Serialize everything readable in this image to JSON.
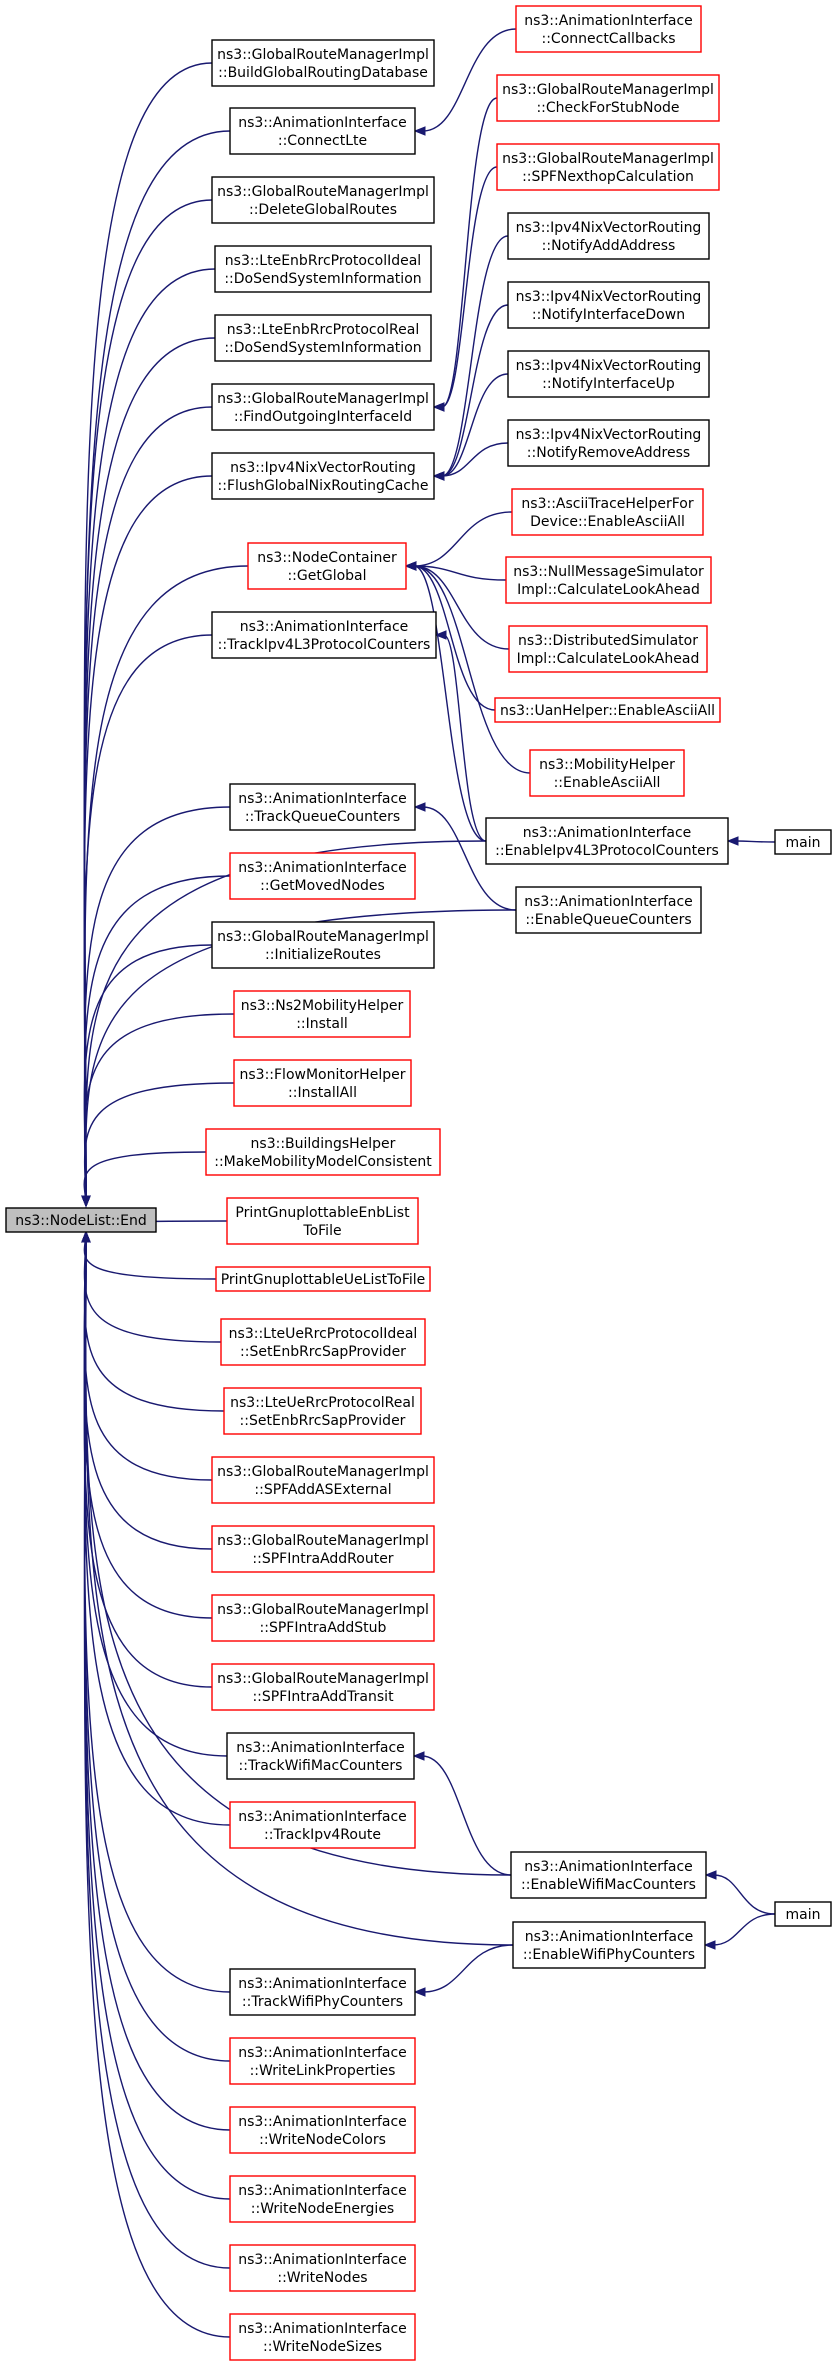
{
  "colors": {
    "edge": "#191970",
    "node_border": "#000000",
    "node_border_undocumented": "#ff0000",
    "root_fill": "#bfbfbf"
  },
  "root": {
    "id": "root",
    "lines": [
      "ns3::NodeList::End"
    ]
  },
  "nodes": [
    {
      "id": "buildglobalroutingdatabase",
      "lines": [
        "ns3::GlobalRouteManagerImpl",
        "::BuildGlobalRoutingDatabase"
      ],
      "style": "black"
    },
    {
      "id": "connectlte",
      "lines": [
        "ns3::AnimationInterface",
        "::ConnectLte"
      ],
      "style": "black"
    },
    {
      "id": "connectcallbacks",
      "lines": [
        "ns3::AnimationInterface",
        "::ConnectCallbacks"
      ],
      "style": "red"
    },
    {
      "id": "deleteglobalroutes",
      "lines": [
        "ns3::GlobalRouteManagerImpl",
        "::DeleteGlobalRoutes"
      ],
      "style": "black"
    },
    {
      "id": "checkforstubnode",
      "lines": [
        "ns3::GlobalRouteManagerImpl",
        "::CheckForStubNode"
      ],
      "style": "red"
    },
    {
      "id": "dosendsysteminformation-ideal",
      "lines": [
        "ns3::LteEnbRrcProtocolIdeal",
        "::DoSendSystemInformation"
      ],
      "style": "black"
    },
    {
      "id": "spfnexthopcalculation",
      "lines": [
        "ns3::GlobalRouteManagerImpl",
        "::SPFNexthopCalculation"
      ],
      "style": "red"
    },
    {
      "id": "dosendsysteminformation-real",
      "lines": [
        "ns3::LteEnbRrcProtocolReal",
        "::DoSendSystemInformation"
      ],
      "style": "black"
    },
    {
      "id": "notifyaddaddress",
      "lines": [
        "ns3::Ipv4NixVectorRouting",
        "::NotifyAddAddress"
      ],
      "style": "black"
    },
    {
      "id": "findoutgoinginterfaceid",
      "lines": [
        "ns3::GlobalRouteManagerImpl",
        "::FindOutgoingInterfaceId"
      ],
      "style": "black"
    },
    {
      "id": "notifyinterfacedown",
      "lines": [
        "ns3::Ipv4NixVectorRouting",
        "::NotifyInterfaceDown"
      ],
      "style": "black"
    },
    {
      "id": "flushglobalnixroutingcache",
      "lines": [
        "ns3::Ipv4NixVectorRouting",
        "::FlushGlobalNixRoutingCache"
      ],
      "style": "black"
    },
    {
      "id": "notifyinterfaceup",
      "lines": [
        "ns3::Ipv4NixVectorRouting",
        "::NotifyInterfaceUp"
      ],
      "style": "black"
    },
    {
      "id": "notifyremoveaddress",
      "lines": [
        "ns3::Ipv4NixVectorRouting",
        "::NotifyRemoveAddress"
      ],
      "style": "black"
    },
    {
      "id": "nodecontainer-getglobal",
      "lines": [
        "ns3::NodeContainer",
        "::GetGlobal"
      ],
      "style": "red"
    },
    {
      "id": "asciitracehelperfordevice-enableasciiall",
      "lines": [
        "ns3::AsciiTraceHelperFor",
        "Device::EnableAsciiAll"
      ],
      "style": "red"
    },
    {
      "id": "nullmessagesimulator-calculatelookahead",
      "lines": [
        "ns3::NullMessageSimulator",
        "Impl::CalculateLookAhead"
      ],
      "style": "red"
    },
    {
      "id": "trackipv4l3protocolcounters",
      "lines": [
        "ns3::AnimationInterface",
        "::TrackIpv4L3ProtocolCounters"
      ],
      "style": "black"
    },
    {
      "id": "distributedsimulator-calculatelookahead",
      "lines": [
        "ns3::DistributedSimulator",
        "Impl::CalculateLookAhead"
      ],
      "style": "red"
    },
    {
      "id": "uanhelper-enableasciiall",
      "lines": [
        "ns3::UanHelper::EnableAsciiAll"
      ],
      "style": "red"
    },
    {
      "id": "mobilityhelper-enableasciiall",
      "lines": [
        "ns3::MobilityHelper",
        "::EnableAsciiAll"
      ],
      "style": "red"
    },
    {
      "id": "trackqueuecounters",
      "lines": [
        "ns3::AnimationInterface",
        "::TrackQueueCounters"
      ],
      "style": "black"
    },
    {
      "id": "enableipv4l3protocolcounters",
      "lines": [
        "ns3::AnimationInterface",
        "::EnableIpv4L3ProtocolCounters"
      ],
      "style": "black"
    },
    {
      "id": "main-1",
      "lines": [
        "main"
      ],
      "style": "black"
    },
    {
      "id": "getmovednodes",
      "lines": [
        "ns3::AnimationInterface",
        "::GetMovedNodes"
      ],
      "style": "red"
    },
    {
      "id": "enablequeuecounters",
      "lines": [
        "ns3::AnimationInterface",
        "::EnableQueueCounters"
      ],
      "style": "black"
    },
    {
      "id": "initializeroutes",
      "lines": [
        "ns3::GlobalRouteManagerImpl",
        "::InitializeRoutes"
      ],
      "style": "black"
    },
    {
      "id": "ns2mobilityhelper-install",
      "lines": [
        "ns3::Ns2MobilityHelper",
        "::Install"
      ],
      "style": "red"
    },
    {
      "id": "flowmonitorhelper-installall",
      "lines": [
        "ns3::FlowMonitorHelper",
        "::InstallAll"
      ],
      "style": "red"
    },
    {
      "id": "makemobilitymodelconsistent",
      "lines": [
        "ns3::BuildingsHelper",
        "::MakeMobilityModelConsistent"
      ],
      "style": "red"
    },
    {
      "id": "printgnuplottableenblisttofile",
      "lines": [
        "PrintGnuplottableEnbList",
        "ToFile"
      ],
      "style": "red"
    },
    {
      "id": "printgnuplottableuelisttofile",
      "lines": [
        "PrintGnuplottableUeListToFile"
      ],
      "style": "red"
    },
    {
      "id": "setenbrrcsapprovider-ideal",
      "lines": [
        "ns3::LteUeRrcProtocolIdeal",
        "::SetEnbRrcSapProvider"
      ],
      "style": "red"
    },
    {
      "id": "setenbrrcsapprovider-real",
      "lines": [
        "ns3::LteUeRrcProtocolReal",
        "::SetEnbRrcSapProvider"
      ],
      "style": "red"
    },
    {
      "id": "spfaddasexternal",
      "lines": [
        "ns3::GlobalRouteManagerImpl",
        "::SPFAddASExternal"
      ],
      "style": "red"
    },
    {
      "id": "spfintraaddrouter",
      "lines": [
        "ns3::GlobalRouteManagerImpl",
        "::SPFIntraAddRouter"
      ],
      "style": "red"
    },
    {
      "id": "spfintraaddstub",
      "lines": [
        "ns3::GlobalRouteManagerImpl",
        "::SPFIntraAddStub"
      ],
      "style": "red"
    },
    {
      "id": "spfintraaddtransit",
      "lines": [
        "ns3::GlobalRouteManagerImpl",
        "::SPFIntraAddTransit"
      ],
      "style": "red"
    },
    {
      "id": "trackwifimaccounters",
      "lines": [
        "ns3::AnimationInterface",
        "::TrackWifiMacCounters"
      ],
      "style": "black"
    },
    {
      "id": "trackipv4route",
      "lines": [
        "ns3::AnimationInterface",
        "::TrackIpv4Route"
      ],
      "style": "red"
    },
    {
      "id": "enablewifimaccounters",
      "lines": [
        "ns3::AnimationInterface",
        "::EnableWifiMacCounters"
      ],
      "style": "black"
    },
    {
      "id": "main-2",
      "lines": [
        "main"
      ],
      "style": "black"
    },
    {
      "id": "enablewifiphycounters",
      "lines": [
        "ns3::AnimationInterface",
        "::EnableWifiPhyCounters"
      ],
      "style": "black"
    },
    {
      "id": "trackwifiphycounters",
      "lines": [
        "ns3::AnimationInterface",
        "::TrackWifiPhyCounters"
      ],
      "style": "black"
    },
    {
      "id": "writelinkproperties",
      "lines": [
        "ns3::AnimationInterface",
        "::WriteLinkProperties"
      ],
      "style": "red"
    },
    {
      "id": "writenodecolors",
      "lines": [
        "ns3::AnimationInterface",
        "::WriteNodeColors"
      ],
      "style": "red"
    },
    {
      "id": "writenodeenergies",
      "lines": [
        "ns3::AnimationInterface",
        "::WriteNodeEnergies"
      ],
      "style": "red"
    },
    {
      "id": "writenodes",
      "lines": [
        "ns3::AnimationInterface",
        "::WriteNodes"
      ],
      "style": "red"
    },
    {
      "id": "writenodesizes",
      "lines": [
        "ns3::AnimationInterface",
        "::WriteNodeSizes"
      ],
      "style": "red"
    }
  ],
  "edges": [
    {
      "from": "buildglobalroutingdatabase",
      "to": "root"
    },
    {
      "from": "connectlte",
      "to": "root"
    },
    {
      "from": "connectcallbacks",
      "to": "connectlte"
    },
    {
      "from": "deleteglobalroutes",
      "to": "root"
    },
    {
      "from": "dosendsysteminformation-ideal",
      "to": "root"
    },
    {
      "from": "dosendsysteminformation-real",
      "to": "root"
    },
    {
      "from": "findoutgoinginterfaceid",
      "to": "root"
    },
    {
      "from": "checkforstubnode",
      "to": "findoutgoinginterfaceid"
    },
    {
      "from": "spfnexthopcalculation",
      "to": "findoutgoinginterfaceid"
    },
    {
      "from": "flushglobalnixroutingcache",
      "to": "root"
    },
    {
      "from": "notifyaddaddress",
      "to": "flushglobalnixroutingcache"
    },
    {
      "from": "notifyinterfacedown",
      "to": "flushglobalnixroutingcache"
    },
    {
      "from": "notifyinterfaceup",
      "to": "flushglobalnixroutingcache"
    },
    {
      "from": "notifyremoveaddress",
      "to": "flushglobalnixroutingcache"
    },
    {
      "from": "nodecontainer-getglobal",
      "to": "root"
    },
    {
      "from": "asciitracehelperfordevice-enableasciiall",
      "to": "nodecontainer-getglobal"
    },
    {
      "from": "nullmessagesimulator-calculatelookahead",
      "to": "nodecontainer-getglobal"
    },
    {
      "from": "distributedsimulator-calculatelookahead",
      "to": "nodecontainer-getglobal"
    },
    {
      "from": "uanhelper-enableasciiall",
      "to": "nodecontainer-getglobal"
    },
    {
      "from": "mobilityhelper-enableasciiall",
      "to": "nodecontainer-getglobal"
    },
    {
      "from": "enableipv4l3protocolcounters",
      "to": "nodecontainer-getglobal"
    },
    {
      "from": "trackipv4l3protocolcounters",
      "to": "root"
    },
    {
      "from": "enableipv4l3protocolcounters",
      "to": "trackipv4l3protocolcounters"
    },
    {
      "from": "enableipv4l3protocolcounters",
      "to": "root"
    },
    {
      "from": "main-1",
      "to": "enableipv4l3protocolcounters"
    },
    {
      "from": "trackqueuecounters",
      "to": "root"
    },
    {
      "from": "enablequeuecounters",
      "to": "trackqueuecounters"
    },
    {
      "from": "enablequeuecounters",
      "to": "root"
    },
    {
      "from": "getmovednodes",
      "to": "root"
    },
    {
      "from": "initializeroutes",
      "to": "root"
    },
    {
      "from": "ns2mobilityhelper-install",
      "to": "root"
    },
    {
      "from": "flowmonitorhelper-installall",
      "to": "root"
    },
    {
      "from": "makemobilitymodelconsistent",
      "to": "root"
    },
    {
      "from": "printgnuplottableenblisttofile",
      "to": "root"
    },
    {
      "from": "printgnuplottableuelisttofile",
      "to": "root"
    },
    {
      "from": "setenbrrcsapprovider-ideal",
      "to": "root"
    },
    {
      "from": "setenbrrcsapprovider-real",
      "to": "root"
    },
    {
      "from": "spfaddasexternal",
      "to": "root"
    },
    {
      "from": "spfintraaddrouter",
      "to": "root"
    },
    {
      "from": "spfintraaddstub",
      "to": "root"
    },
    {
      "from": "spfintraaddtransit",
      "to": "root"
    },
    {
      "from": "trackwifimaccounters",
      "to": "root"
    },
    {
      "from": "enablewifimaccounters",
      "to": "trackwifimaccounters"
    },
    {
      "from": "enablewifimaccounters",
      "to": "root"
    },
    {
      "from": "main-2",
      "to": "enablewifimaccounters"
    },
    {
      "from": "trackipv4route",
      "to": "root"
    },
    {
      "from": "enablewifiphycounters",
      "to": "root"
    },
    {
      "from": "trackwifiphycounters",
      "to": "root"
    },
    {
      "from": "enablewifiphycounters",
      "to": "trackwifiphycounters"
    },
    {
      "from": "main-2",
      "to": "enablewifiphycounters"
    },
    {
      "from": "writelinkproperties",
      "to": "root"
    },
    {
      "from": "writenodecolors",
      "to": "root"
    },
    {
      "from": "writenodeenergies",
      "to": "root"
    },
    {
      "from": "writenodes",
      "to": "root"
    },
    {
      "from": "writenodesizes",
      "to": "root"
    }
  ]
}
